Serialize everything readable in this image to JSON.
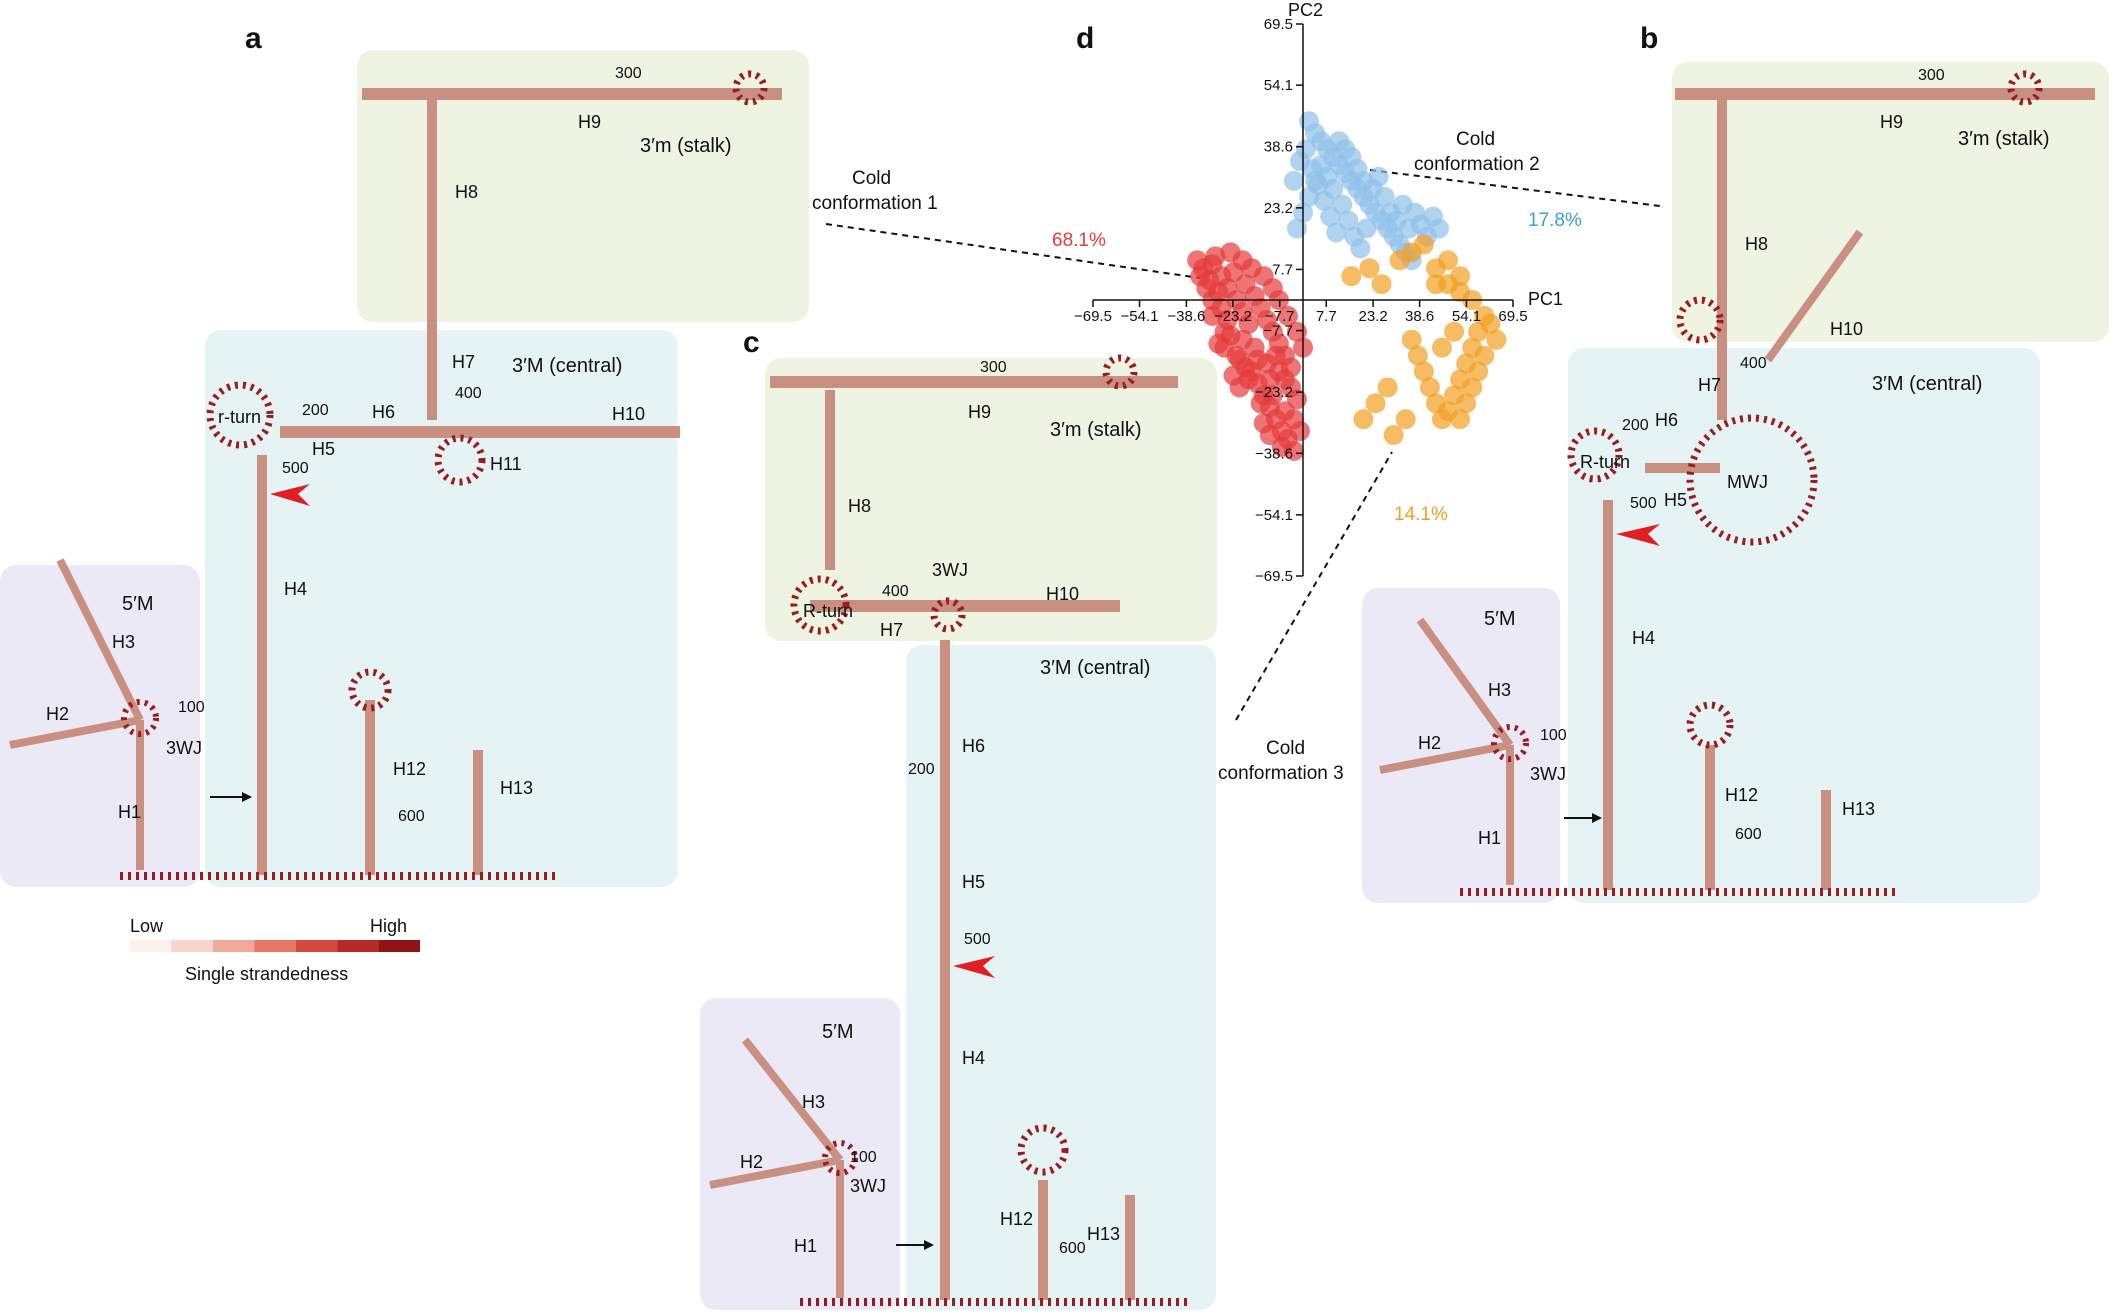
{
  "colors": {
    "stalk_bg": "#eef3e2",
    "central_bg": "#e6f3f4",
    "five_m_bg": "#ece9f6",
    "nuc_high": "#9b1c1c",
    "nuc_mid": "#cf4a3e",
    "nuc_low": "#f3ccc0",
    "arrow_red": "#e02020",
    "cluster1": "#e63b3b",
    "cluster2": "#8fc0ea",
    "cluster3": "#f2a022"
  },
  "panels": {
    "a": {
      "letter": "a",
      "stalk_title": "3′m (stalk)",
      "central_title": "3′M (central)",
      "five_title": "5′M",
      "helices": [
        "H1",
        "H2",
        "H3",
        "H4",
        "H5",
        "H6",
        "H7",
        "H8",
        "H9",
        "H10",
        "H11",
        "H12",
        "H13"
      ],
      "junctions": [
        "3WJ"
      ],
      "rturn": "r-turn",
      "positions": [
        "100",
        "200",
        "300",
        "400",
        "500",
        "600"
      ]
    },
    "b": {
      "letter": "b",
      "stalk_title": "3′m (stalk)",
      "central_title": "3′M (central)",
      "five_title": "5′M",
      "helices": [
        "H1",
        "H2",
        "H3",
        "H4",
        "H5",
        "H6",
        "H7",
        "H8",
        "H9",
        "H10",
        "H12",
        "H13"
      ],
      "junctions": [
        "3WJ",
        "MWJ"
      ],
      "rturn": "R-turn",
      "positions": [
        "100",
        "200",
        "300",
        "400",
        "500",
        "600"
      ]
    },
    "c": {
      "letter": "c",
      "stalk_title": "3′m (stalk)",
      "central_title": "3′M (central)",
      "five_title": "5′M",
      "helices": [
        "H1",
        "H2",
        "H3",
        "H4",
        "H5",
        "H6",
        "H7",
        "H8",
        "H9",
        "H10",
        "H12",
        "H13"
      ],
      "junctions": [
        "3WJ",
        "3WJ"
      ],
      "rturn": "R-turn",
      "positions": [
        "100",
        "200",
        "300",
        "400",
        "500",
        "600"
      ]
    },
    "d": {
      "letter": "d"
    }
  },
  "legend": {
    "low": "Low",
    "high": "High",
    "caption": "Single strandedness",
    "scale": [
      "#fdf0ec",
      "#f8d4ca",
      "#f0a898",
      "#e57865",
      "#d24a3c",
      "#b52a26",
      "#8f1515"
    ]
  },
  "conformations": [
    {
      "name": "Cold\nconformation 1",
      "line1": "Cold",
      "line2": "conformation 1",
      "percent": "68.1%"
    },
    {
      "name": "Cold\nconformation 2",
      "line1": "Cold",
      "line2": "conformation 2",
      "percent": "17.8%"
    },
    {
      "name": "Cold\nconformation 3",
      "line1": "Cold",
      "line2": "conformation 3",
      "percent": "14.1%"
    }
  ],
  "chart_data": {
    "type": "scatter",
    "xlabel": "PC1",
    "ylabel": "PC2",
    "xlim": [
      -69.5,
      69.5
    ],
    "ylim": [
      -69.5,
      69.5
    ],
    "xticks": [
      "−69.5",
      "−54.1",
      "−38.6",
      "−23.2",
      "−7.7",
      "7.7",
      "23.2",
      "38.6",
      "54.1",
      "69.5"
    ],
    "xtick_values": [
      -69.5,
      -54.1,
      -38.6,
      -23.2,
      -7.7,
      7.7,
      23.2,
      38.6,
      54.1,
      69.5
    ],
    "yticks": [
      "69.5",
      "54.1",
      "38.6",
      "23.2",
      "7.7",
      "−7.7",
      "−23.2",
      "−38.6",
      "−54.1",
      "−69.5"
    ],
    "ytick_values": [
      69.5,
      54.1,
      38.6,
      23.2,
      7.7,
      -7.7,
      -23.2,
      -38.6,
      -54.1,
      -69.5
    ],
    "grid": false,
    "series": [
      {
        "percent": "68.1%",
        "color": "#e63b3b",
        "points": [
          [
            -30,
            9
          ],
          [
            -27,
            6
          ],
          [
            -25,
            3
          ],
          [
            -22,
            0
          ],
          [
            -20,
            -3
          ],
          [
            -18,
            -6
          ],
          [
            -24,
            -9
          ],
          [
            -26,
            -12
          ],
          [
            -21,
            -15
          ],
          [
            -17,
            -18
          ],
          [
            -15,
            -21
          ],
          [
            -13,
            -24
          ],
          [
            -11,
            -27
          ],
          [
            -9,
            -30
          ],
          [
            -7,
            -33
          ],
          [
            -28,
            2
          ],
          [
            -31,
            5
          ],
          [
            -33,
            8
          ],
          [
            -29,
            11
          ],
          [
            -23,
            7
          ],
          [
            -19,
            4
          ],
          [
            -16,
            1
          ],
          [
            -14,
            -2
          ],
          [
            -12,
            -5
          ],
          [
            -10,
            -8
          ],
          [
            -8,
            -11
          ],
          [
            -6,
            -14
          ],
          [
            -4,
            -17
          ],
          [
            -20,
            -10
          ],
          [
            -22,
            -14
          ],
          [
            -18,
            -20
          ],
          [
            -14,
            -26
          ],
          [
            -10,
            -24
          ],
          [
            -6,
            -28
          ],
          [
            -3,
            -30
          ],
          [
            -12,
            -16
          ],
          [
            -16,
            -12
          ],
          [
            -25,
            -5
          ],
          [
            -27,
            -2
          ],
          [
            -30,
            0
          ],
          [
            -32,
            3
          ],
          [
            -34,
            6
          ],
          [
            -35,
            10
          ],
          [
            -24,
            12
          ],
          [
            -20,
            10
          ],
          [
            -17,
            8
          ],
          [
            -13,
            6
          ],
          [
            -10,
            3
          ],
          [
            -8,
            0
          ],
          [
            -5,
            -4
          ],
          [
            -2,
            -8
          ],
          [
            0,
            -12
          ],
          [
            -4,
            -22
          ],
          [
            -8,
            -18
          ],
          [
            -11,
            -20
          ],
          [
            -15,
            -15
          ],
          [
            -19,
            -17
          ],
          [
            -23,
            -19
          ],
          [
            -21,
            -22
          ],
          [
            -9,
            -14
          ],
          [
            -6,
            -20
          ],
          [
            -2,
            -25
          ],
          [
            -1,
            -33
          ],
          [
            -5,
            -35
          ],
          [
            -13,
            -31
          ],
          [
            -11,
            -34
          ],
          [
            -7,
            -37
          ],
          [
            -3,
            -38
          ],
          [
            -26,
            -8
          ],
          [
            -28,
            -11
          ],
          [
            -30,
            -4
          ]
        ]
      },
      {
        "percent": "17.8%",
        "color": "#8fc0ea",
        "points": [
          [
            2,
            45
          ],
          [
            4,
            42
          ],
          [
            6,
            40
          ],
          [
            8,
            38
          ],
          [
            10,
            36
          ],
          [
            12,
            34
          ],
          [
            14,
            32
          ],
          [
            16,
            30
          ],
          [
            18,
            28
          ],
          [
            20,
            26
          ],
          [
            22,
            24
          ],
          [
            24,
            22
          ],
          [
            26,
            20
          ],
          [
            28,
            18
          ],
          [
            30,
            16
          ],
          [
            32,
            14
          ],
          [
            34,
            12
          ],
          [
            36,
            10
          ],
          [
            -3,
            30
          ],
          [
            -1,
            35
          ],
          [
            1,
            38
          ],
          [
            3,
            33
          ],
          [
            5,
            29
          ],
          [
            7,
            25
          ],
          [
            9,
            21
          ],
          [
            11,
            17
          ],
          [
            13,
            24
          ],
          [
            15,
            20
          ],
          [
            17,
            16
          ],
          [
            19,
            13
          ],
          [
            21,
            18
          ],
          [
            23,
            28
          ],
          [
            25,
            31
          ],
          [
            27,
            26
          ],
          [
            29,
            22
          ],
          [
            31,
            20
          ],
          [
            33,
            24
          ],
          [
            35,
            18
          ],
          [
            37,
            22
          ],
          [
            39,
            19
          ],
          [
            41,
            16
          ],
          [
            43,
            21
          ],
          [
            45,
            18
          ],
          [
            -2,
            18
          ],
          [
            0,
            22
          ],
          [
            2,
            26
          ],
          [
            4,
            30
          ],
          [
            6,
            34
          ],
          [
            8,
            31
          ],
          [
            10,
            28
          ],
          [
            12,
            40
          ],
          [
            14,
            38
          ],
          [
            16,
            36
          ],
          [
            18,
            33
          ],
          [
            20,
            30
          ]
        ]
      },
      {
        "percent": "14.1%",
        "color": "#f2a022",
        "points": [
          [
            32,
            10
          ],
          [
            36,
            12
          ],
          [
            40,
            14
          ],
          [
            44,
            8
          ],
          [
            48,
            4
          ],
          [
            52,
            2
          ],
          [
            56,
            0
          ],
          [
            60,
            -4
          ],
          [
            58,
            -8
          ],
          [
            56,
            -12
          ],
          [
            54,
            -16
          ],
          [
            52,
            -20
          ],
          [
            50,
            -24
          ],
          [
            48,
            -28
          ],
          [
            46,
            -30
          ],
          [
            44,
            -26
          ],
          [
            42,
            -22
          ],
          [
            40,
            -18
          ],
          [
            38,
            -14
          ],
          [
            36,
            -10
          ],
          [
            62,
            -6
          ],
          [
            64,
            -10
          ],
          [
            60,
            -14
          ],
          [
            58,
            -18
          ],
          [
            56,
            -22
          ],
          [
            54,
            -26
          ],
          [
            52,
            -30
          ],
          [
            20,
            -30
          ],
          [
            24,
            -26
          ],
          [
            28,
            -22
          ],
          [
            30,
            -34
          ],
          [
            34,
            -30
          ],
          [
            50,
            -8
          ],
          [
            46,
            -12
          ],
          [
            44,
            4
          ],
          [
            48,
            10
          ],
          [
            52,
            6
          ],
          [
            16,
            6
          ],
          [
            22,
            8
          ],
          [
            26,
            4
          ]
        ]
      }
    ]
  }
}
